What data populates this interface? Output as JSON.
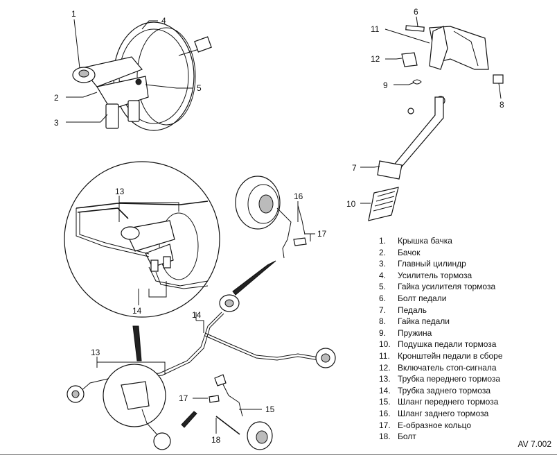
{
  "callouts": {
    "c1": "1",
    "c2": "2",
    "c3": "3",
    "c4": "4",
    "c5": "5",
    "c6": "6",
    "c7": "7",
    "c8": "8",
    "c9": "9",
    "c10": "10",
    "c11": "11",
    "c12": "12",
    "c13a": "13",
    "c13b": "13",
    "c14a": "14",
    "c14b": "14",
    "c15": "15",
    "c16": "16",
    "c17a": "17",
    "c17b": "17",
    "c18": "18"
  },
  "legend": [
    {
      "num": "1",
      "label": "Крышка бачка"
    },
    {
      "num": "2",
      "label": "Бачок"
    },
    {
      "num": "3",
      "label": "Главный цилиндр"
    },
    {
      "num": "4",
      "label": "Усилитель тормоза"
    },
    {
      "num": "5",
      "label": "Гайка усилителя тормоза"
    },
    {
      "num": "6",
      "label": "Болт педали"
    },
    {
      "num": "7",
      "label": "Педаль"
    },
    {
      "num": "8",
      "label": "Гайка педали"
    },
    {
      "num": "9",
      "label": "Пружина"
    },
    {
      "num": "10",
      "label": "Подушка педали тормоза"
    },
    {
      "num": "11",
      "label": "Кронштейн педали в сборе"
    },
    {
      "num": "12",
      "label": "Включатель стоп-сигнала"
    },
    {
      "num": "13",
      "label": "Трубка переднего тормоза"
    },
    {
      "num": "14",
      "label": "Трубка заднего тормоза"
    },
    {
      "num": "15",
      "label": "Шланг переднего тормоза"
    },
    {
      "num": "16",
      "label": "Шланг заднего тормоза"
    },
    {
      "num": "17",
      "label": "Е-образное кольцо"
    },
    {
      "num": "18",
      "label": "Болт"
    }
  ],
  "figure_code": "AV 7.002"
}
